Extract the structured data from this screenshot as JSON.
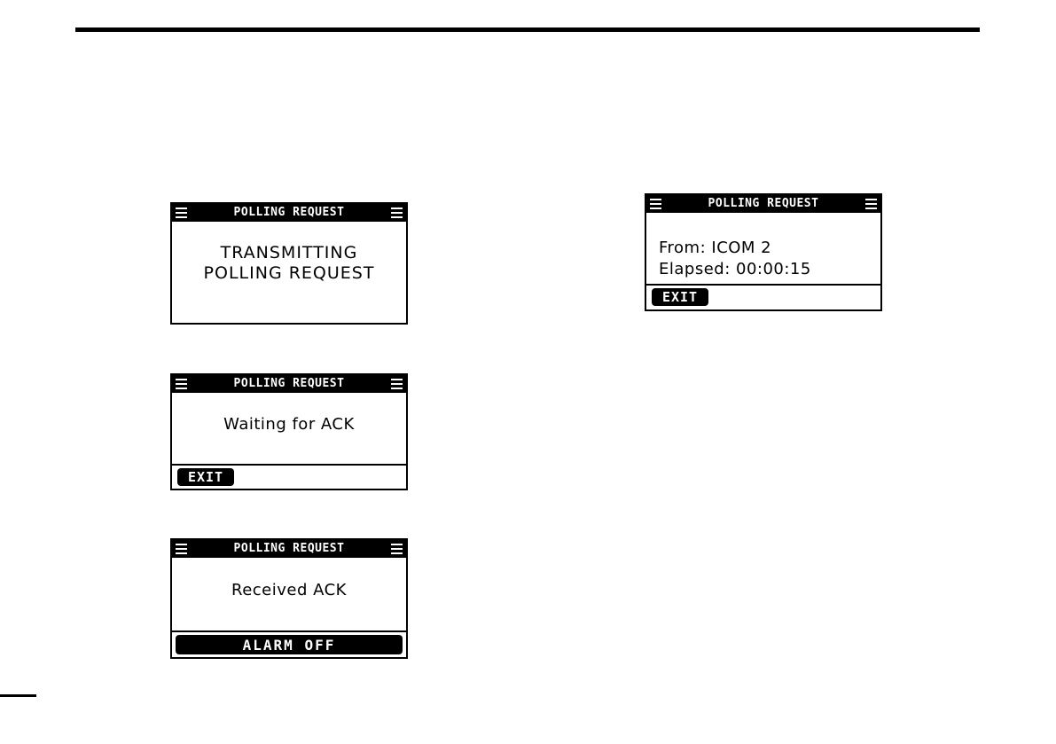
{
  "page": {
    "background": "#ffffff",
    "ink": "#000000",
    "top_rule": true,
    "bottom_rule": true
  },
  "screens": [
    {
      "id": "transmitting-polling-request",
      "title": "POLLING REQUEST",
      "left_icon": "hamburger-icon",
      "right_icon": "hamburger-icon",
      "body_line_1": "TRANSMITTING",
      "body_line_2": "POLLING REQUEST",
      "softkey": null
    },
    {
      "id": "waiting-for-ack",
      "title": "POLLING REQUEST",
      "left_icon": "hamburger-icon",
      "right_icon": "hamburger-icon",
      "body_line_1": "Waiting for ACK",
      "softkey": "EXIT"
    },
    {
      "id": "received-ack",
      "title": "POLLING REQUEST",
      "left_icon": "hamburger-icon",
      "right_icon": "hamburger-icon",
      "body_line_1": "Received ACK",
      "softkey": "ALARM OFF"
    },
    {
      "id": "polling-request-from",
      "title": "POLLING REQUEST",
      "left_icon": "hamburger-icon",
      "right_icon": "hamburger-icon",
      "from_label": "From: ICOM 2",
      "elapsed_label": "Elapsed: 00:00:15",
      "softkey": "EXIT"
    }
  ]
}
